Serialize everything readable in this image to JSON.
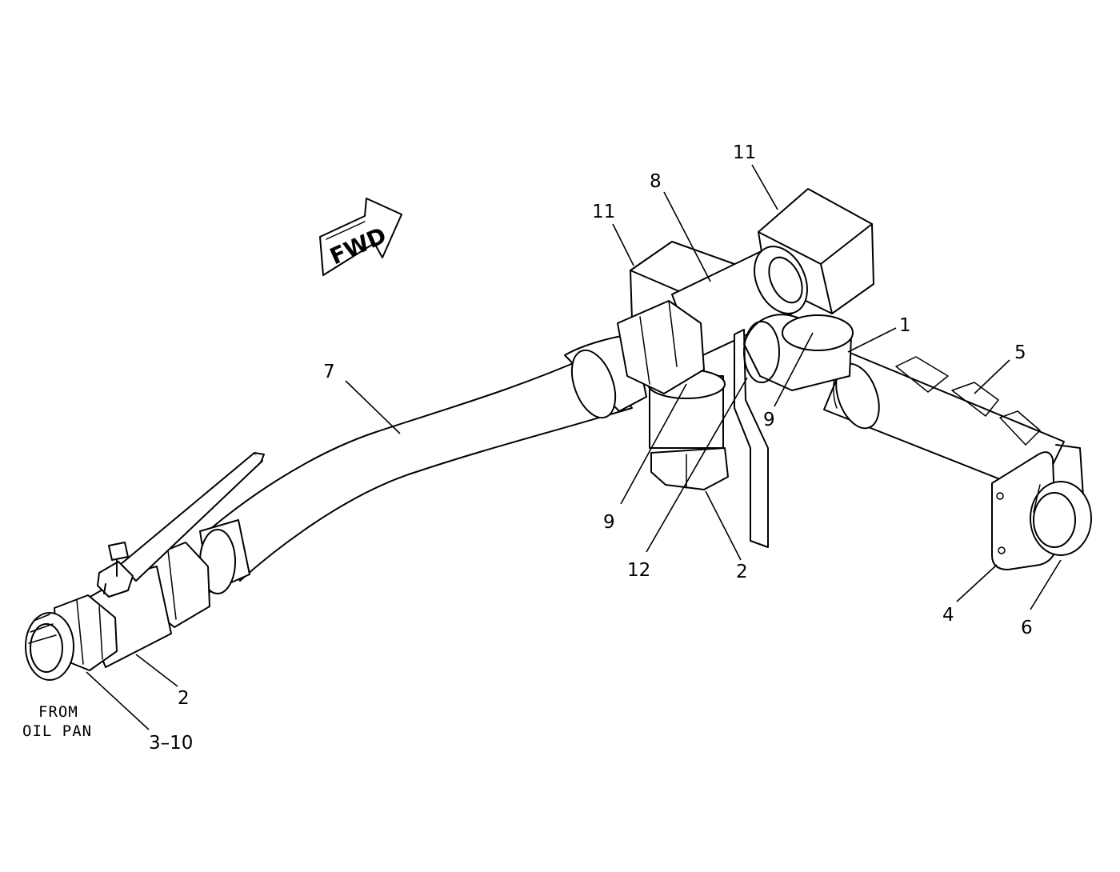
{
  "direction_arrow": {
    "text": "FWD"
  },
  "note": {
    "line1": "FROM",
    "line2": "OIL PAN"
  },
  "callouts": [
    {
      "id": "c-11-left",
      "text": "11"
    },
    {
      "id": "c-8",
      "text": "8"
    },
    {
      "id": "c-11-right",
      "text": "11"
    },
    {
      "id": "c-1",
      "text": "1"
    },
    {
      "id": "c-5",
      "text": "5"
    },
    {
      "id": "c-7",
      "text": "7"
    },
    {
      "id": "c-9-right",
      "text": "9"
    },
    {
      "id": "c-9-left",
      "text": "9"
    },
    {
      "id": "c-12",
      "text": "12"
    },
    {
      "id": "c-2-mid",
      "text": "2"
    },
    {
      "id": "c-4",
      "text": "4"
    },
    {
      "id": "c-6",
      "text": "6"
    },
    {
      "id": "c-2-bottom",
      "text": "2"
    },
    {
      "id": "c-3-10",
      "text": "3–10"
    }
  ]
}
